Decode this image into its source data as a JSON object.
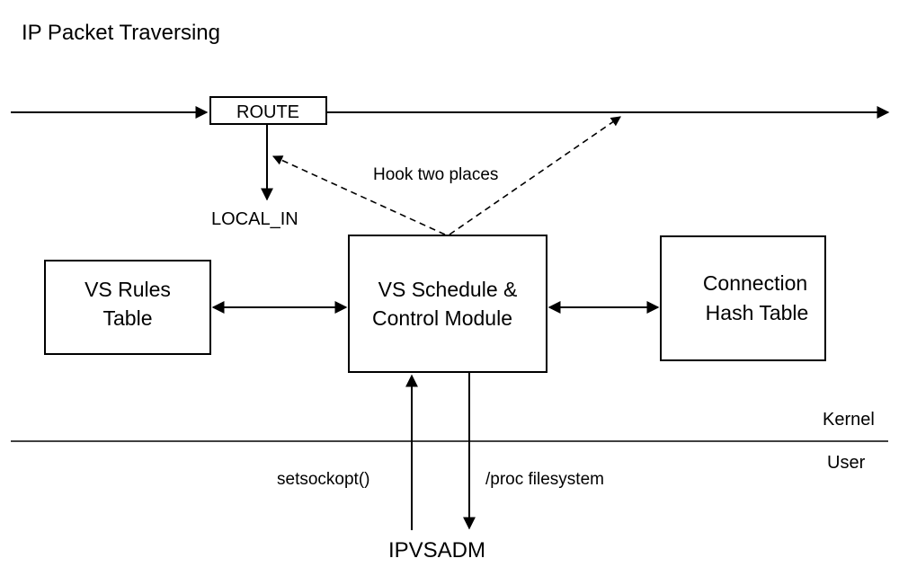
{
  "title": "IP Packet Traversing",
  "nodes": {
    "route": "ROUTE",
    "local_in": "LOCAL_IN",
    "rules_line1": "VS Rules",
    "rules_line2": "Table",
    "schedule_line1": "VS Schedule &",
    "schedule_line2": "Control Module",
    "conn_line1": "Connection",
    "conn_line2": "Hash Table",
    "ipvsadm": "IPVSADM"
  },
  "edges": {
    "hook": "Hook two places",
    "setsockopt": "setsockopt()",
    "proc": "/proc filesystem"
  },
  "regions": {
    "kernel": "Kernel",
    "user": "User"
  }
}
